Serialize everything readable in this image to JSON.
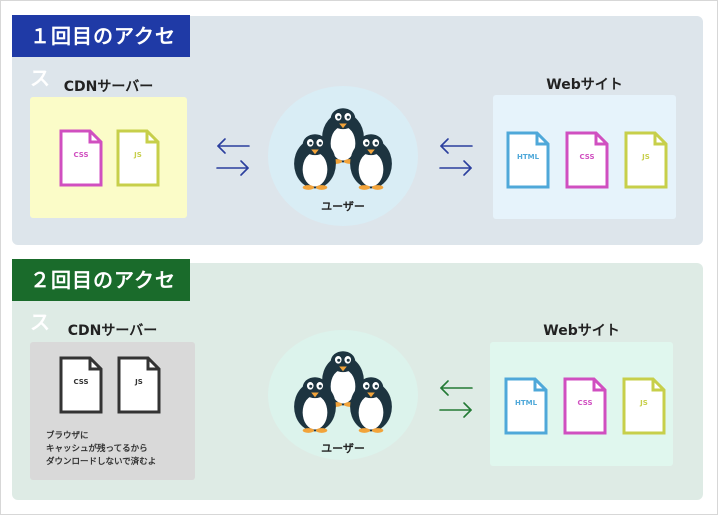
{
  "sections": [
    {
      "title": "１回目のアクセス",
      "cdn_label": "CDNサーバー",
      "cdn_files": [
        {
          "text": "CSS",
          "color": "#d04fc0"
        },
        {
          "text": "JS",
          "color": "#c7cf4a"
        }
      ],
      "web_label": "Webサイト",
      "web_files": [
        {
          "text": "HTML",
          "color": "#4fa8d9"
        },
        {
          "text": "CSS",
          "color": "#d04fc0"
        },
        {
          "text": "JS",
          "color": "#c7cf4a"
        }
      ],
      "user_label": "ユーザー",
      "arrow_color": "#2b3f9e"
    },
    {
      "title": "２回目のアクセス",
      "cdn_label": "CDNサーバー",
      "cdn_files": [
        {
          "text": "CSS",
          "color": "#333333"
        },
        {
          "text": "JS",
          "color": "#333333"
        }
      ],
      "cdn_note_lines": [
        "ブラウザに",
        "キャッシュが残ってるから",
        "ダウンロードしないで済むよ"
      ],
      "web_label": "Webサイト",
      "web_files": [
        {
          "text": "HTML",
          "color": "#4fa8d9"
        },
        {
          "text": "CSS",
          "color": "#d04fc0"
        },
        {
          "text": "JS",
          "color": "#c7cf4a"
        }
      ],
      "user_label": "ユーザー",
      "arrow_color": "#237a35"
    }
  ]
}
